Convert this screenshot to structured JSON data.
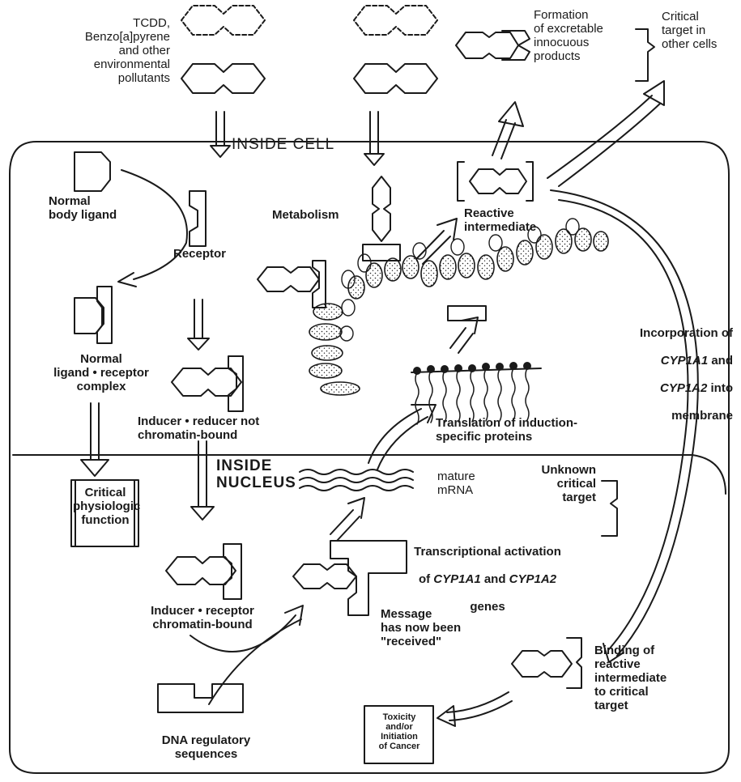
{
  "labels": {
    "pollutants": "TCDD,\nBenzo[a]pyrene\nand other\nenvironmental\npollutants",
    "inside_cell": "INSIDE CELL",
    "formation": "Formation\nof excretable\ninnocuous\nproducts",
    "critical_other": "Critical\ntarget in\nother cells",
    "normal_body_ligand": "Normal\nbody ligand",
    "receptor": "Receptor",
    "metabolism": "Metabolism",
    "reactive_intermediate": "Reactive\nintermediate",
    "normal_complex": "Normal\nligand • receptor\ncomplex",
    "incorporation_prefix": "Incorporation of",
    "cyp1a1": "CYP1A1",
    "and_word": " and",
    "cyp1a2": "CYP1A2",
    "into_word": " into",
    "membrane": "membrane",
    "inducer_not_bound": "Inducer • reducer not\nchromatin-bound",
    "translation": "Translation of induction-\nspecific proteins",
    "inside_nucleus": "INSIDE\nNUCLEUS",
    "mature_mrna": "mature\nmRNA",
    "unknown_target": "Unknown\ncritical\ntarget",
    "critical_function": "Critical\nphysiologic\nfunction",
    "transcriptional": "Transcriptional activation",
    "of_word": "of ",
    "genes": "genes",
    "inducer_bound": "Inducer • receptor\nchromatin-bound",
    "message_received": "Message\nhas now been\n\"received\"",
    "binding": "Binding of\nreactive\nintermediate\nto critical\ntarget",
    "toxicity": "Toxicity\nand/or\nInitiation\nof Cancer",
    "dna_regulatory": "DNA regulatory\nsequences"
  },
  "colors": {
    "ink": "#1a1a1a",
    "paper": "#ffffff"
  }
}
